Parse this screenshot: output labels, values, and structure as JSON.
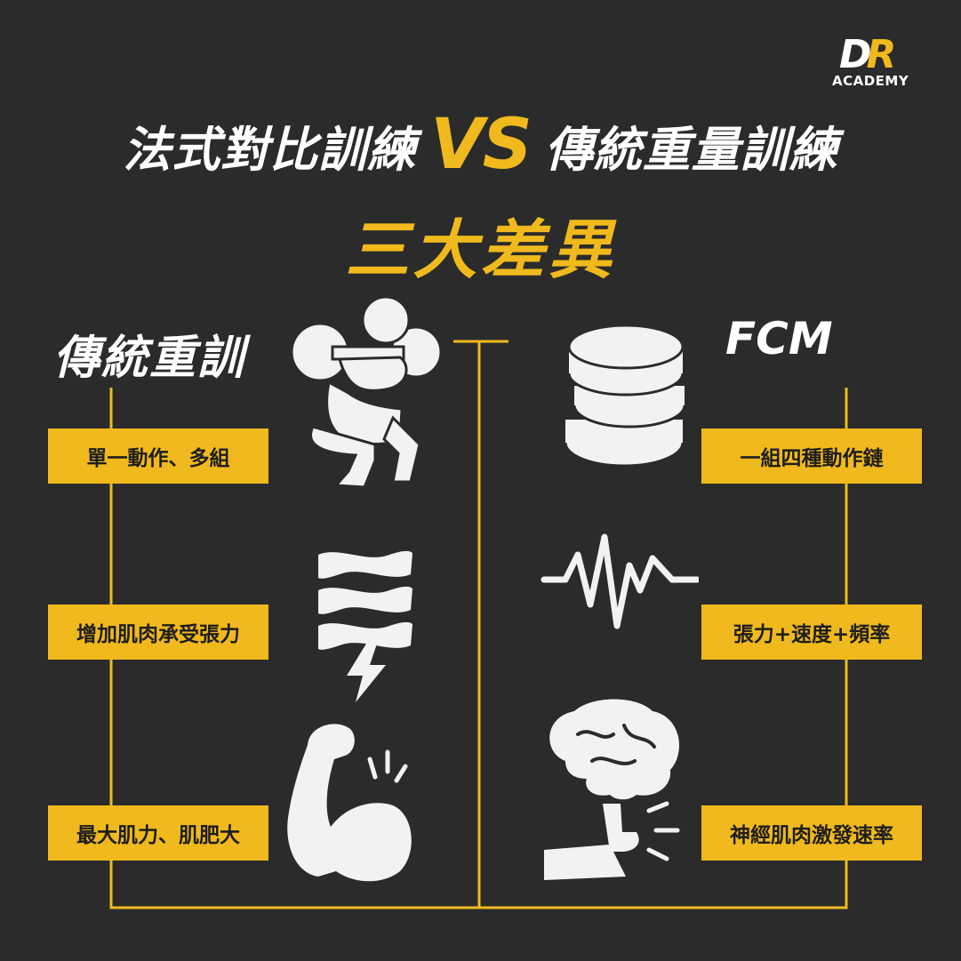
{
  "logo": {
    "mark_main": "D",
    "mark_accent": "R",
    "sub": "ACADEMY"
  },
  "title": {
    "left": "法式對比訓練",
    "vs": "VS",
    "right": "傳統重量訓練"
  },
  "subtitle": "三大差異",
  "left_column": {
    "heading": "傳統重訓",
    "items": [
      {
        "label": "單一動作、多組",
        "icon": "squat-icon"
      },
      {
        "label": "增加肌肉承受張力",
        "icon": "tension-icon"
      },
      {
        "label": "最大肌力、肌肥大",
        "icon": "flexed-arm-icon"
      }
    ]
  },
  "right_column": {
    "heading": "FCM",
    "items": [
      {
        "label": "一組四種動作鏈",
        "icon": "stack-icon"
      },
      {
        "label": "張力+速度+頻率",
        "icon": "pulse-icon"
      },
      {
        "label": "神經肌肉激發速率",
        "icon": "brain-hand-icon"
      }
    ]
  },
  "colors": {
    "background": "#2b2b2b",
    "accent": "#f0b91d",
    "text": "#ffffff"
  }
}
